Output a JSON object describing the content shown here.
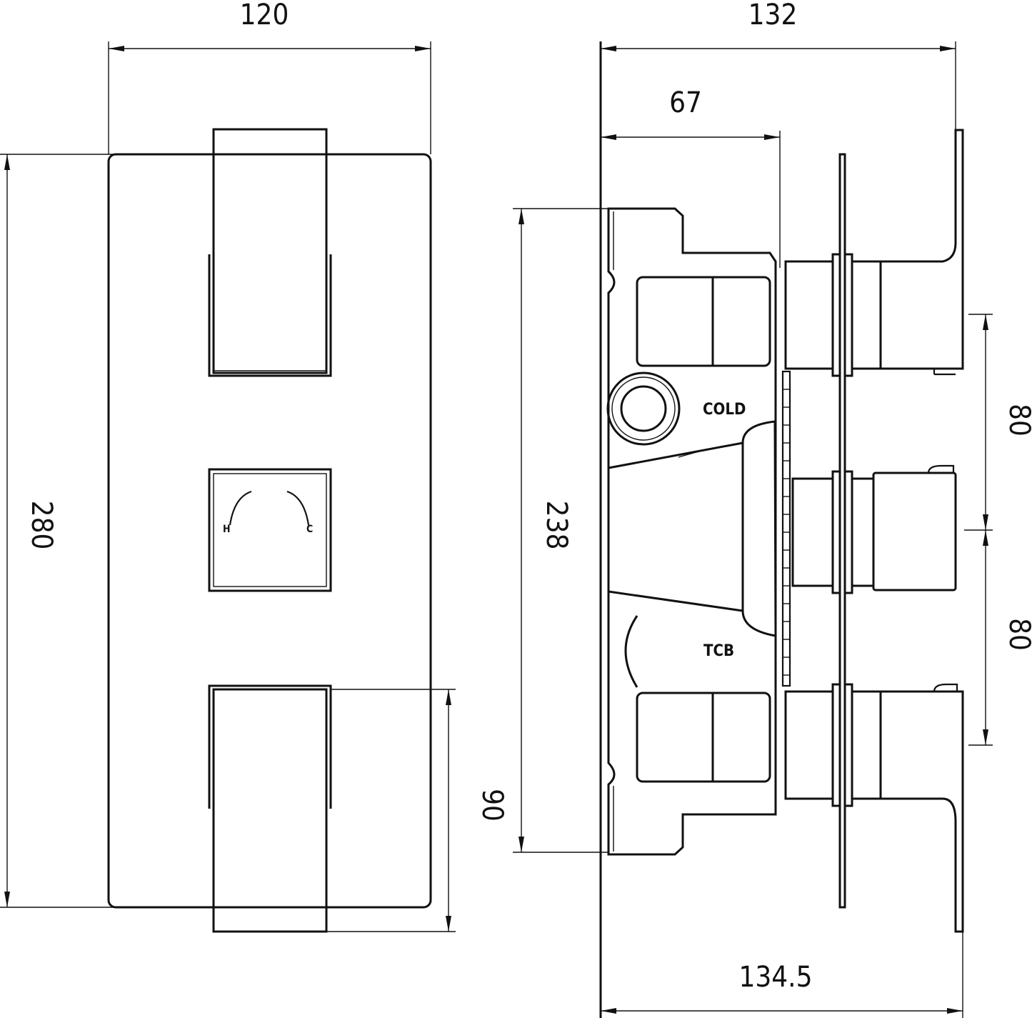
{
  "front_view": {
    "width_label": "120",
    "height_label": "280",
    "handle_depth_label": "90",
    "dial_marks": {
      "hot": "H",
      "cold": "C"
    }
  },
  "side_view": {
    "overall_depth_label": "132",
    "body_depth_label": "67",
    "body_height_label": "238",
    "spacing_upper_label": "80",
    "spacing_lower_label": "80",
    "bottom_depth_label": "134.5",
    "cold_label": "COLD",
    "tcb_label": "TCB"
  }
}
